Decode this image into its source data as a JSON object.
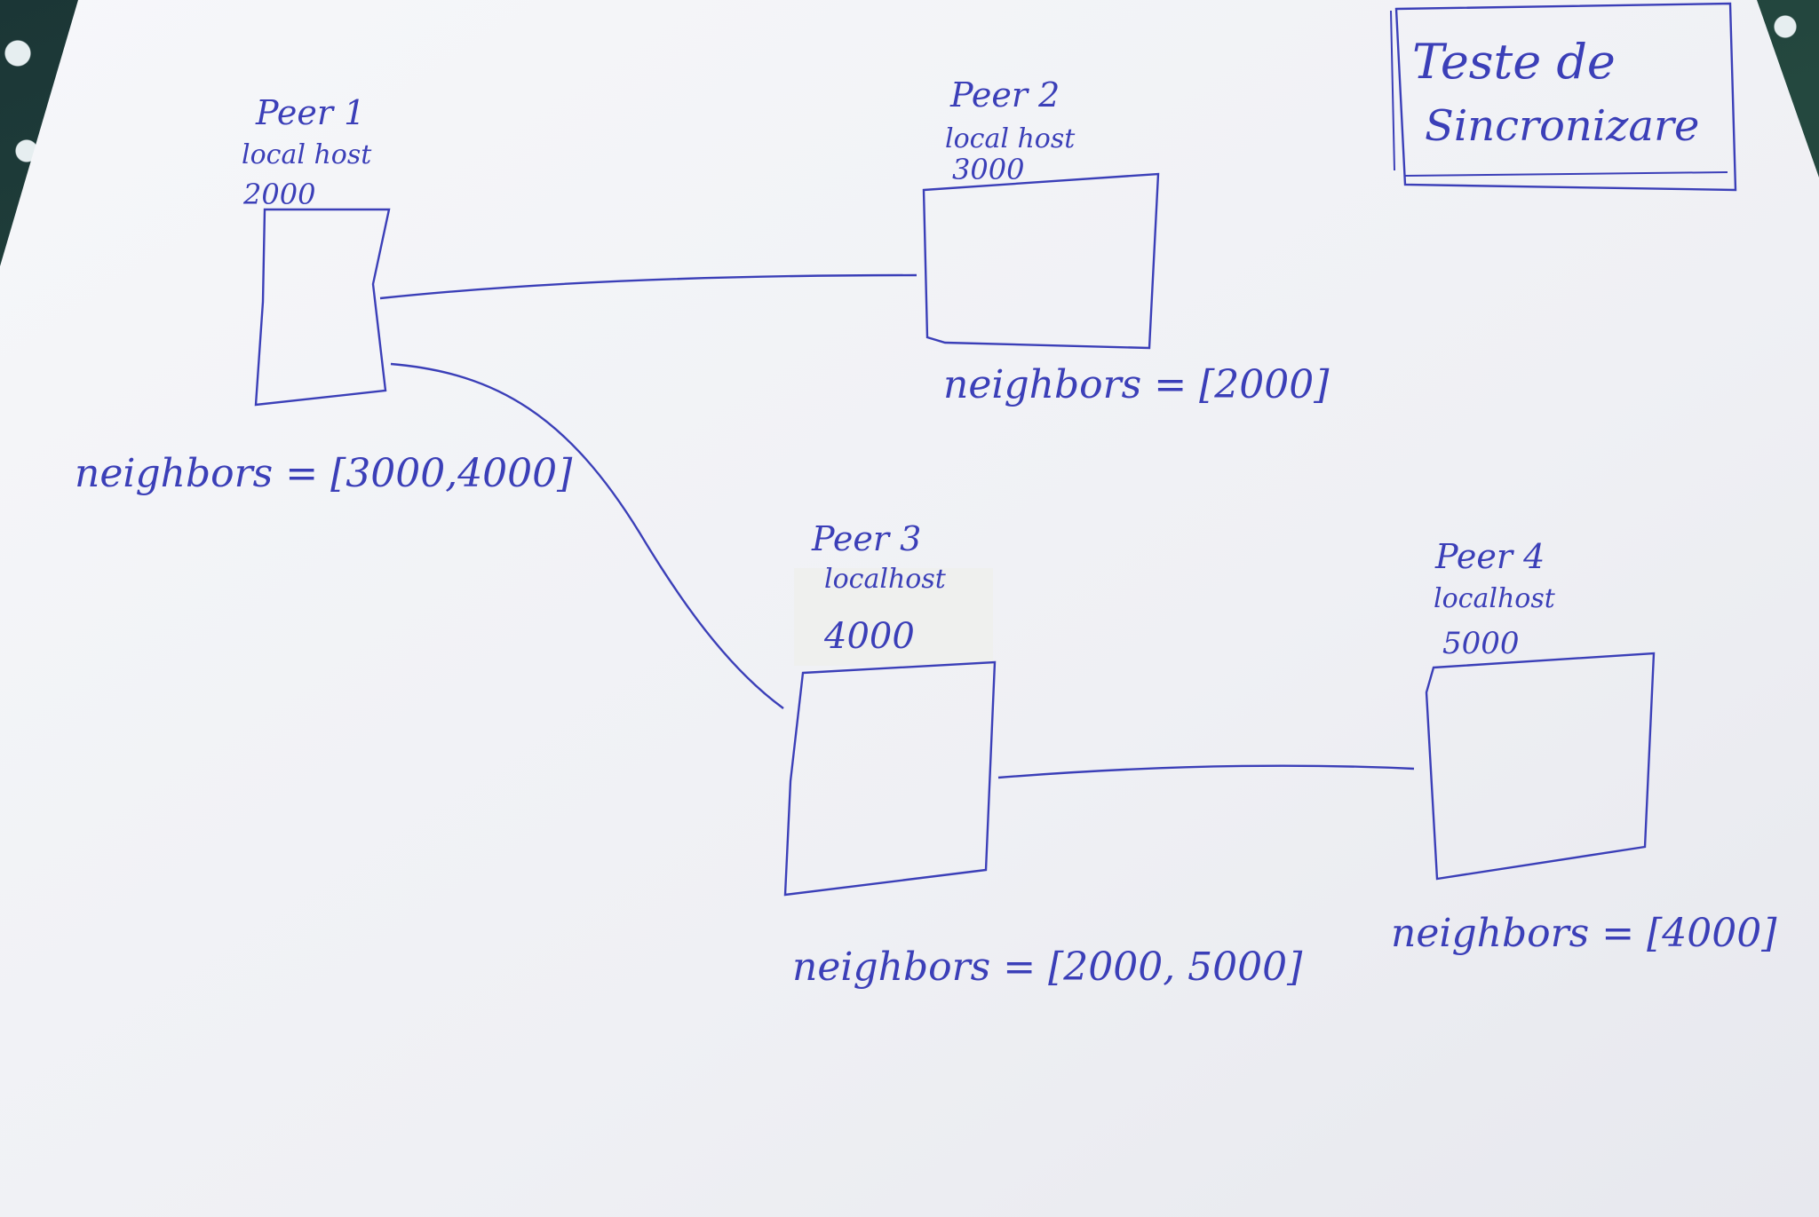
{
  "title": {
    "line1": "Teste de",
    "line2": "Sincronizare"
  },
  "peers": [
    {
      "name": "Peer 1",
      "host": "local host",
      "port": "2000",
      "neighbors": "neighbors = [3000,4000]"
    },
    {
      "name": "Peer 2",
      "host": "local host",
      "port": "3000",
      "neighbors": "neighbors = [2000]"
    },
    {
      "name": "Peer 3",
      "host": "localhost",
      "port": "4000",
      "neighbors": "neighbors = [2000, 5000]"
    },
    {
      "name": "Peer 4",
      "host": "localhost",
      "port": "5000",
      "neighbors": "neighbors = [4000]"
    }
  ],
  "connections": [
    {
      "from": "Peer 1",
      "to": "Peer 2"
    },
    {
      "from": "Peer 1",
      "to": "Peer 3"
    },
    {
      "from": "Peer 3",
      "to": "Peer 4"
    }
  ],
  "colors": {
    "ink": "#3b3fb8",
    "paper": "#f4f5f8",
    "paper_edge": "#e4e6ec"
  }
}
